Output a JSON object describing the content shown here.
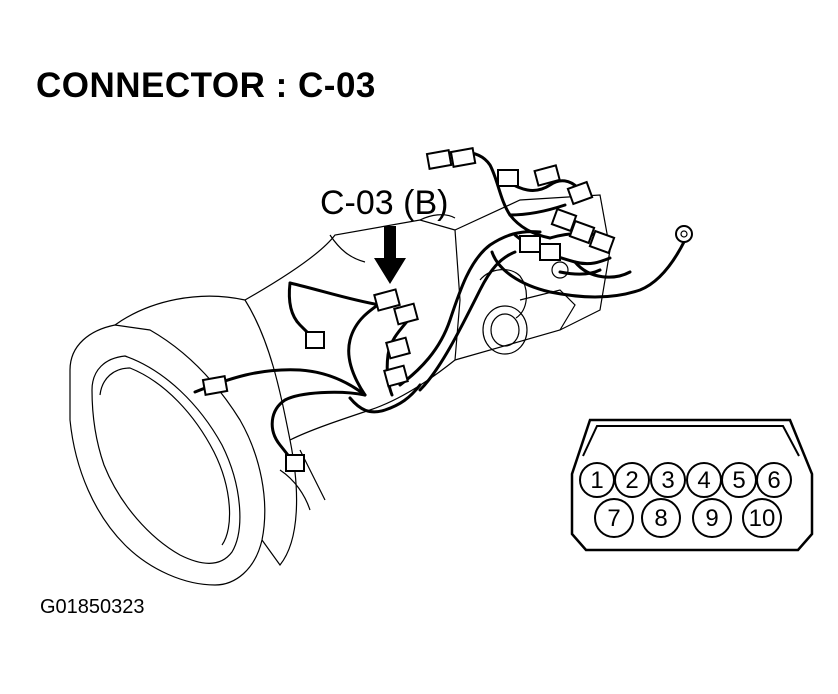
{
  "title": "CONNECTOR : C-03",
  "callout": "C-03 (B)",
  "figure_id": "G01850323",
  "pins_top": [
    "1",
    "2",
    "3",
    "4",
    "5",
    "6"
  ],
  "pins_bottom": [
    "7",
    "8",
    "9",
    "10"
  ]
}
